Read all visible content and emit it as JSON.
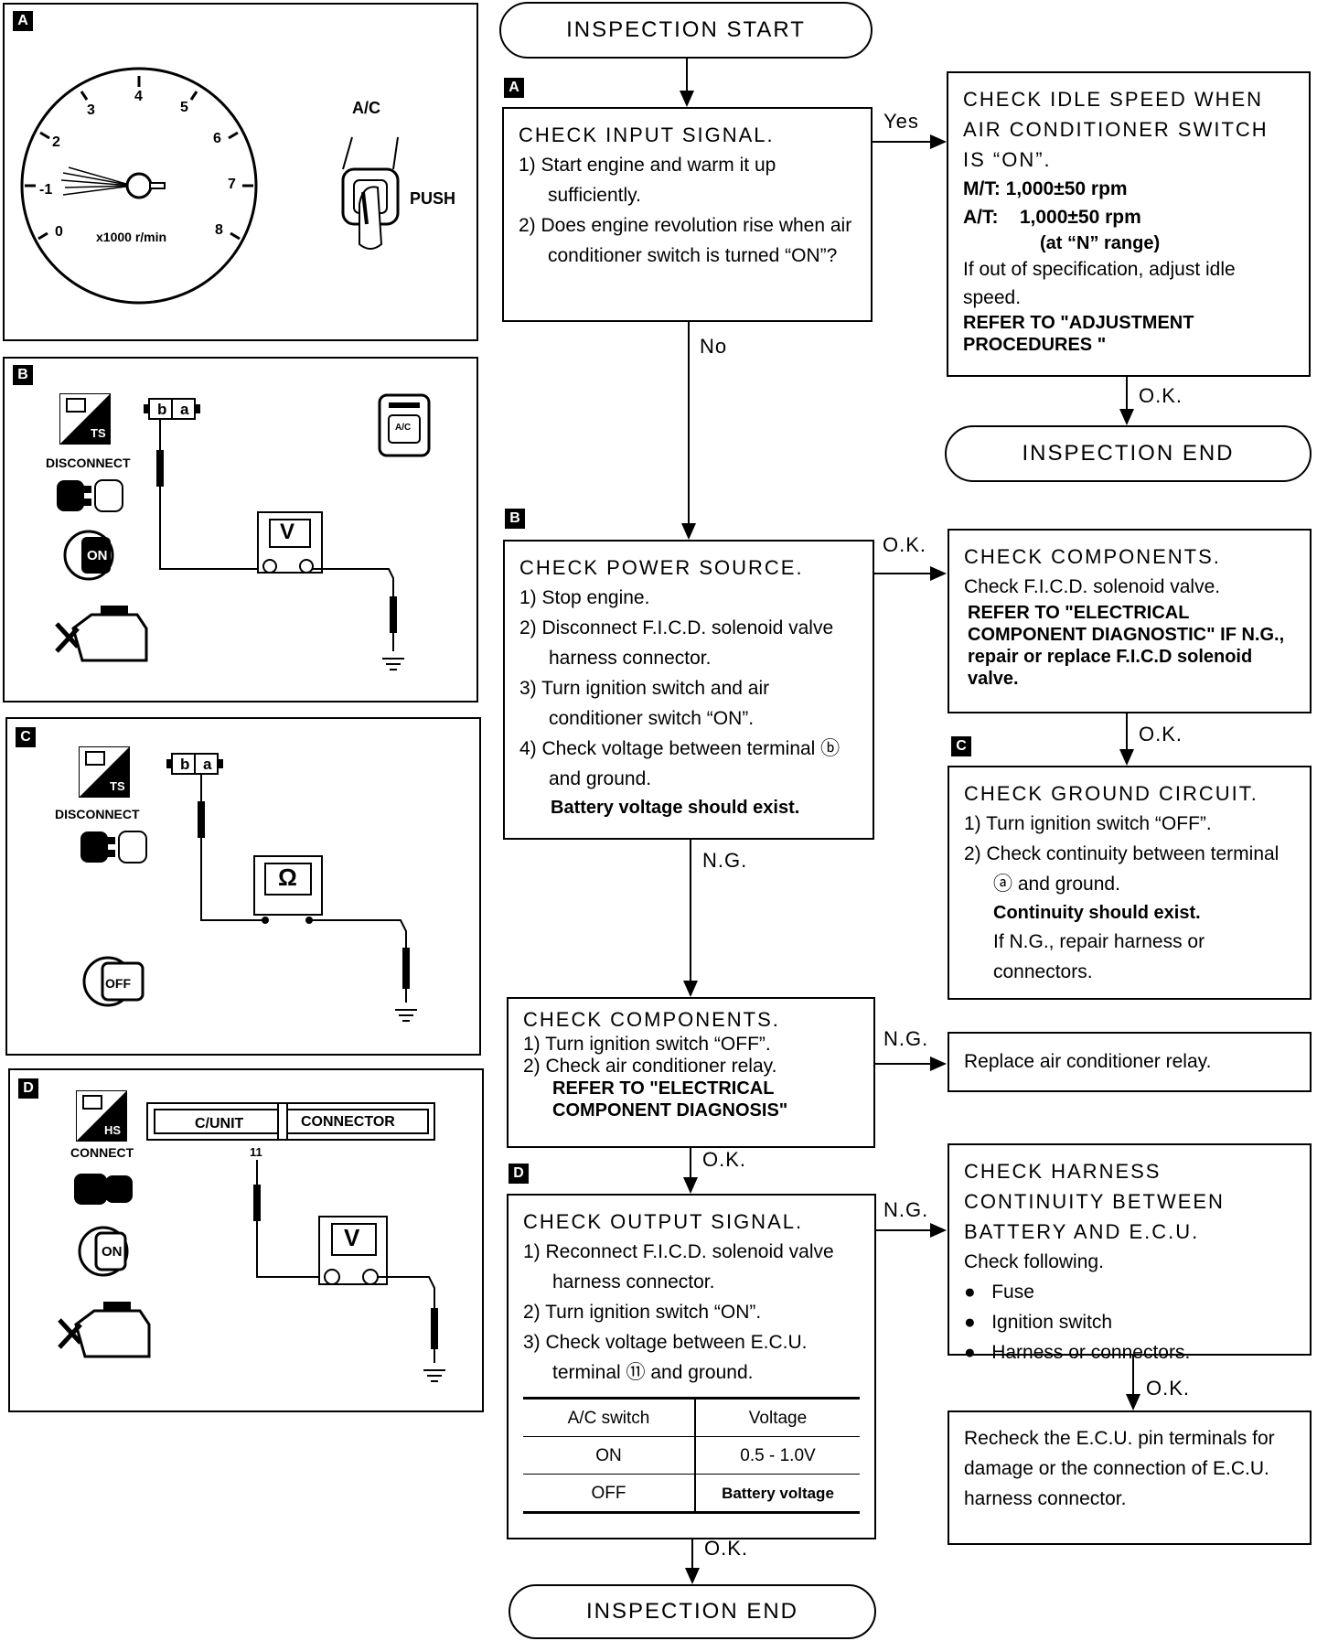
{
  "flow": {
    "start": "INSPECTION START",
    "end_top": "INSPECTION END",
    "end_bottom": "INSPECTION END",
    "step_a": {
      "tag": "A",
      "title": "CHECK INPUT SIGNAL.",
      "items": [
        "1) Start engine and warm it up sufficiently.",
        "2) Does engine revolution rise when air conditioner switch is turned “ON”?"
      ]
    },
    "idle_check": {
      "title": "CHECK IDLE SPEED WHEN AIR CONDITIONER SWITCH IS “ON”.",
      "mt": "M/T:  1,000±50 rpm",
      "at": "A/T:    1,000±50 rpm",
      "range": "(at “N” range)",
      "note": "If out of specification, adjust idle speed.",
      "refer": "REFER TO \"ADJUSTMENT PROCEDURES \""
    },
    "step_b": {
      "tag": "B",
      "title": "CHECK POWER SOURCE.",
      "items": [
        "1) Stop engine.",
        "2) Disconnect F.I.C.D. solenoid valve harness connector.",
        "3) Turn ignition switch and air conditioner switch “ON”.",
        "4) Check voltage between terminal ⓑ and ground."
      ],
      "bold": "Battery voltage should exist."
    },
    "comp_check_1": {
      "title": "CHECK COMPONENTS.",
      "line": "Check F.I.C.D. solenoid valve.",
      "refer": "REFER TO \"ELECTRICAL COMPONENT DIAGNOSTIC\" IF N.G., repair or replace F.I.C.D solenoid valve."
    },
    "step_c": {
      "tag": "C",
      "title": "CHECK GROUND CIRCUIT.",
      "items": [
        "1) Turn ignition switch “OFF”.",
        "2) Check continuity between terminal ⓐ and ground."
      ],
      "bold": "Continuity should exist.",
      "note": "If N.G., repair harness or connectors."
    },
    "comp_check_2": {
      "title": "CHECK COMPONENTS.",
      "items": [
        "1) Turn ignition switch “OFF”.",
        "2) Check air conditioner relay."
      ],
      "refer": "REFER TO \"ELECTRICAL COMPONENT DIAGNOSIS\""
    },
    "replace_relay": "Replace air conditioner relay.",
    "step_d": {
      "tag": "D",
      "title": "CHECK OUTPUT SIGNAL.",
      "items": [
        "1) Reconnect F.I.C.D. solenoid valve harness connector.",
        "2) Turn ignition switch “ON”.",
        "3) Check voltage between E.C.U. terminal ⑪ and ground."
      ],
      "table_head": [
        "A/C switch",
        "Voltage"
      ],
      "table_rows": [
        [
          "ON",
          "0.5 - 1.0V"
        ],
        [
          "OFF",
          "Battery voltage"
        ]
      ]
    },
    "harness_check": {
      "title": "CHECK HARNESS CONTINUITY BETWEEN BATTERY AND E.C.U.",
      "sub": "Check following.",
      "bullets": [
        "Fuse",
        "Ignition switch",
        "Harness or connectors."
      ]
    },
    "recheck": "Recheck the E.C.U. pin terminals for damage or the connection of E.C.U. harness connector.",
    "labels": {
      "yes": "Yes",
      "no": "No",
      "ok": "O.K.",
      "ng": "N.G."
    }
  },
  "panels": {
    "a": {
      "tag": "A",
      "dial_unit": "x1000 r/min",
      "ticks": [
        "0",
        "-1",
        "2",
        "3",
        "4",
        "5",
        "6",
        "7",
        "8"
      ],
      "ac": "A/C",
      "push": "PUSH"
    },
    "b": {
      "tag": "B",
      "ts": "TS",
      "disconnect": "DISCONNECT",
      "on": "ON",
      "meter": "V",
      "ac": "A/C",
      "conn_b": "b",
      "conn_a": "a"
    },
    "c": {
      "tag": "C",
      "ts": "TS",
      "disconnect": "DISCONNECT",
      "off": "OFF",
      "meter": "Ω",
      "conn_b": "b",
      "conn_a": "a"
    },
    "d": {
      "tag": "D",
      "hs": "HS",
      "connect": "CONNECT",
      "on": "ON",
      "meter": "V",
      "cunit": "C/UNIT",
      "connector": "CONNECTOR",
      "pin": "11"
    }
  }
}
